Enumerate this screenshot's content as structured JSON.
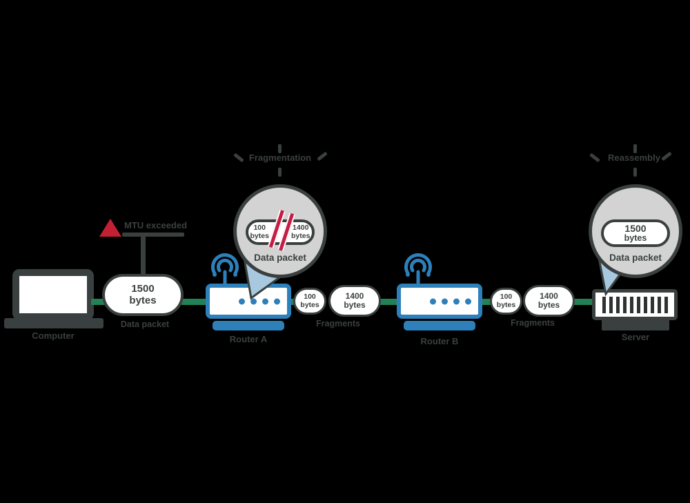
{
  "background": "#000000",
  "colors": {
    "outline_dark": "#3a403f",
    "router_blue": "#2d80b9",
    "pointer_light_blue": "#a8c8df",
    "magnifier_gray": "#d3d3d3",
    "warning_red": "#c32133",
    "break_crimson": "#c31f45",
    "link_green": "#238255"
  },
  "computer": {
    "label": "Computer"
  },
  "original_packet": {
    "value": "1500",
    "unit": "bytes",
    "label": "Data packet"
  },
  "warning": {
    "text": "MTU exceeded"
  },
  "router_a": {
    "label": "Router A"
  },
  "router_b": {
    "label": "Router B"
  },
  "callout_fragmented": {
    "title": "Fragmentation",
    "small_value": "100",
    "small_unit": "bytes",
    "large_value": "1400",
    "large_unit": "bytes",
    "caption": "Data packet"
  },
  "callout_reassembled": {
    "title": "Reassembly",
    "value": "1500",
    "unit": "bytes",
    "caption": "Data packet"
  },
  "fragments_a": {
    "small_value": "100",
    "small_unit": "bytes",
    "large_value": "1400",
    "large_unit": "bytes",
    "label": "Fragments"
  },
  "fragments_b": {
    "small_value": "100",
    "small_unit": "bytes",
    "large_value": "1400",
    "large_unit": "bytes",
    "label": "Fragments"
  },
  "server": {
    "label": "Server"
  }
}
